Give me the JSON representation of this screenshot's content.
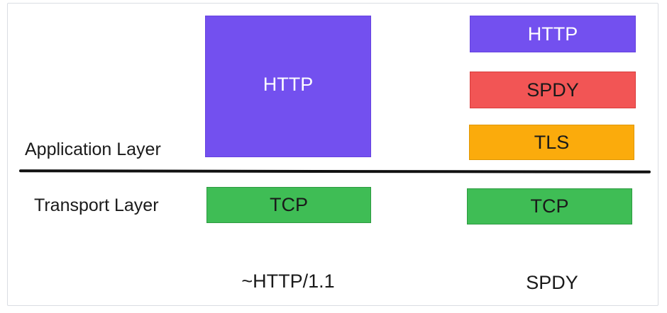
{
  "layers": {
    "application": "Application Layer",
    "transport": "Transport Layer"
  },
  "left_stack": {
    "http": "HTTP",
    "tcp": "TCP",
    "caption": "~HTTP/1.1"
  },
  "right_stack": {
    "http": "HTTP",
    "spdy": "SPDY",
    "tls": "TLS",
    "tcp": "TCP",
    "caption": "SPDY"
  },
  "colors": {
    "http": "#7350ef",
    "spdy": "#f25555",
    "tls": "#fbab0c",
    "tcp": "#3fbd55",
    "divider": "#111111"
  }
}
